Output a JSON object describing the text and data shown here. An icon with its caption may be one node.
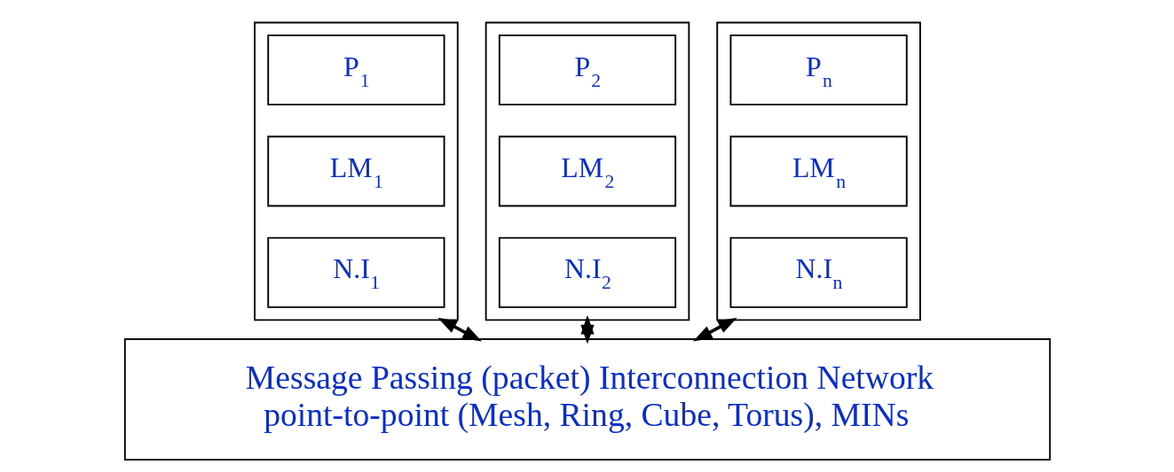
{
  "diagram": {
    "nodes": [
      {
        "text": [],
        "shape": "box"
      },
      {
        "text": [
          "P$_{1}$"
        ],
        "in": 0
      },
      {
        "text": [
          "LM$_{1}$"
        ],
        "in": 0
      },
      {
        "text": [
          "N.I$_{1}$"
        ],
        "in": 0
      },
      {
        "text": [],
        "shape": "box"
      },
      {
        "text": [
          "P$_{2}$"
        ],
        "in": 4
      },
      {
        "text": [
          "LM$_{2}$"
        ],
        "in": 4
      },
      {
        "text": [
          "N.I$_{2}$"
        ],
        "in": 4
      },
      {
        "text": [],
        "shape": "box"
      },
      {
        "text": [
          "P$_{n}$"
        ],
        "in": 8
      },
      {
        "text": [
          "LM$_{n}$"
        ],
        "in": 8
      },
      {
        "text": [
          "N.I$_{n}$"
        ],
        "in": 8
      },
      {
        "text": [
          "Message Passing (packet) Interconnection Network",
          "point-to-point (Mesh, Ring, Cube, Torus), MINs"
        ]
      }
    ],
    "edges": [
      {
        "from": 0,
        "to": 12,
        "arrow": "both"
      },
      {
        "from": 4,
        "to": 12,
        "arrow": "both"
      },
      {
        "from": 8,
        "to": 12,
        "arrow": "both"
      }
    ]
  }
}
